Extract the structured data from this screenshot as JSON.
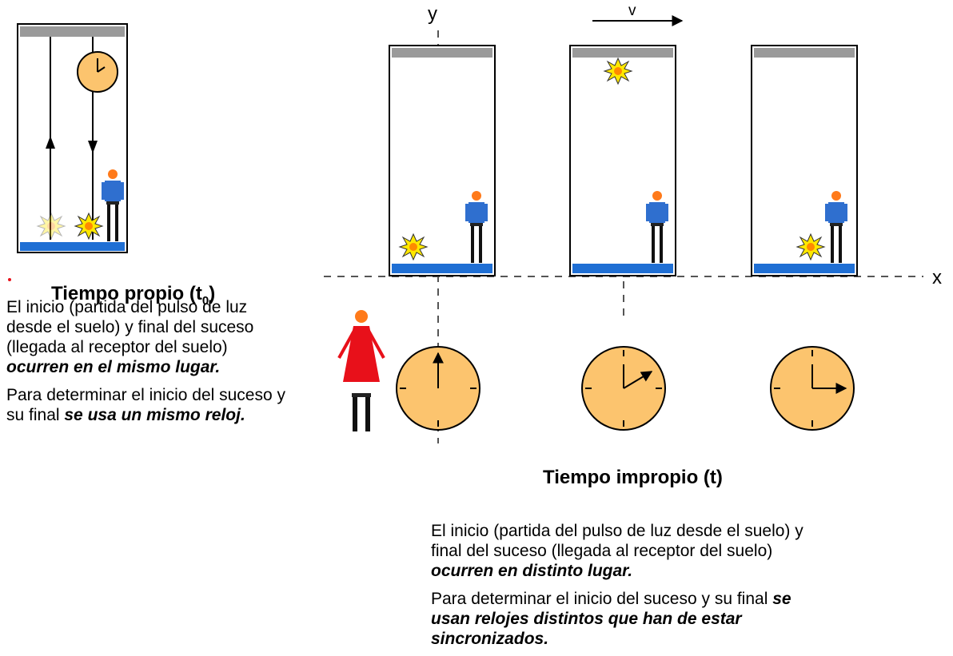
{
  "axes": {
    "y_label": "y",
    "x_label": "x",
    "velocity_label": "v"
  },
  "left_panel": {
    "title_main": "Tiempo propio (t",
    "title_sub": "0",
    "title_end": ")",
    "p1_plain": "El inicio (partida del pulso de luz desde el suelo) y final del suceso (llegada al receptor del suelo) ",
    "p1_emph": "ocurren en el mismo lugar.",
    "p2_plain": "Para determinar el inicio del suceso  y su final  ",
    "p2_emph": "se usa un mismo reloj."
  },
  "right_panel": {
    "title": "Tiempo impropio (t)",
    "p1_plain": "El inicio (partida del pulso de luz desde el suelo) y final del suceso (llegada al receptor del suelo) ",
    "p1_emph": "ocurren en distinto lugar.",
    "p2_plain": "Para determinar el inicio del suceso  y su final ",
    "p2_emph": "se usan relojes distintos que han de estar sincronizados."
  },
  "colors": {
    "clock_face": "#fcc46e",
    "floor_blue": "#1f6fd4",
    "ceiling_gray": "#9a9a9a",
    "person_shirt": "#2f6fcf",
    "person_head": "#ff7a1a",
    "woman_dress": "#e8101a",
    "flash_yellow": "#ffe800",
    "flash_center": "#ff8a00"
  }
}
